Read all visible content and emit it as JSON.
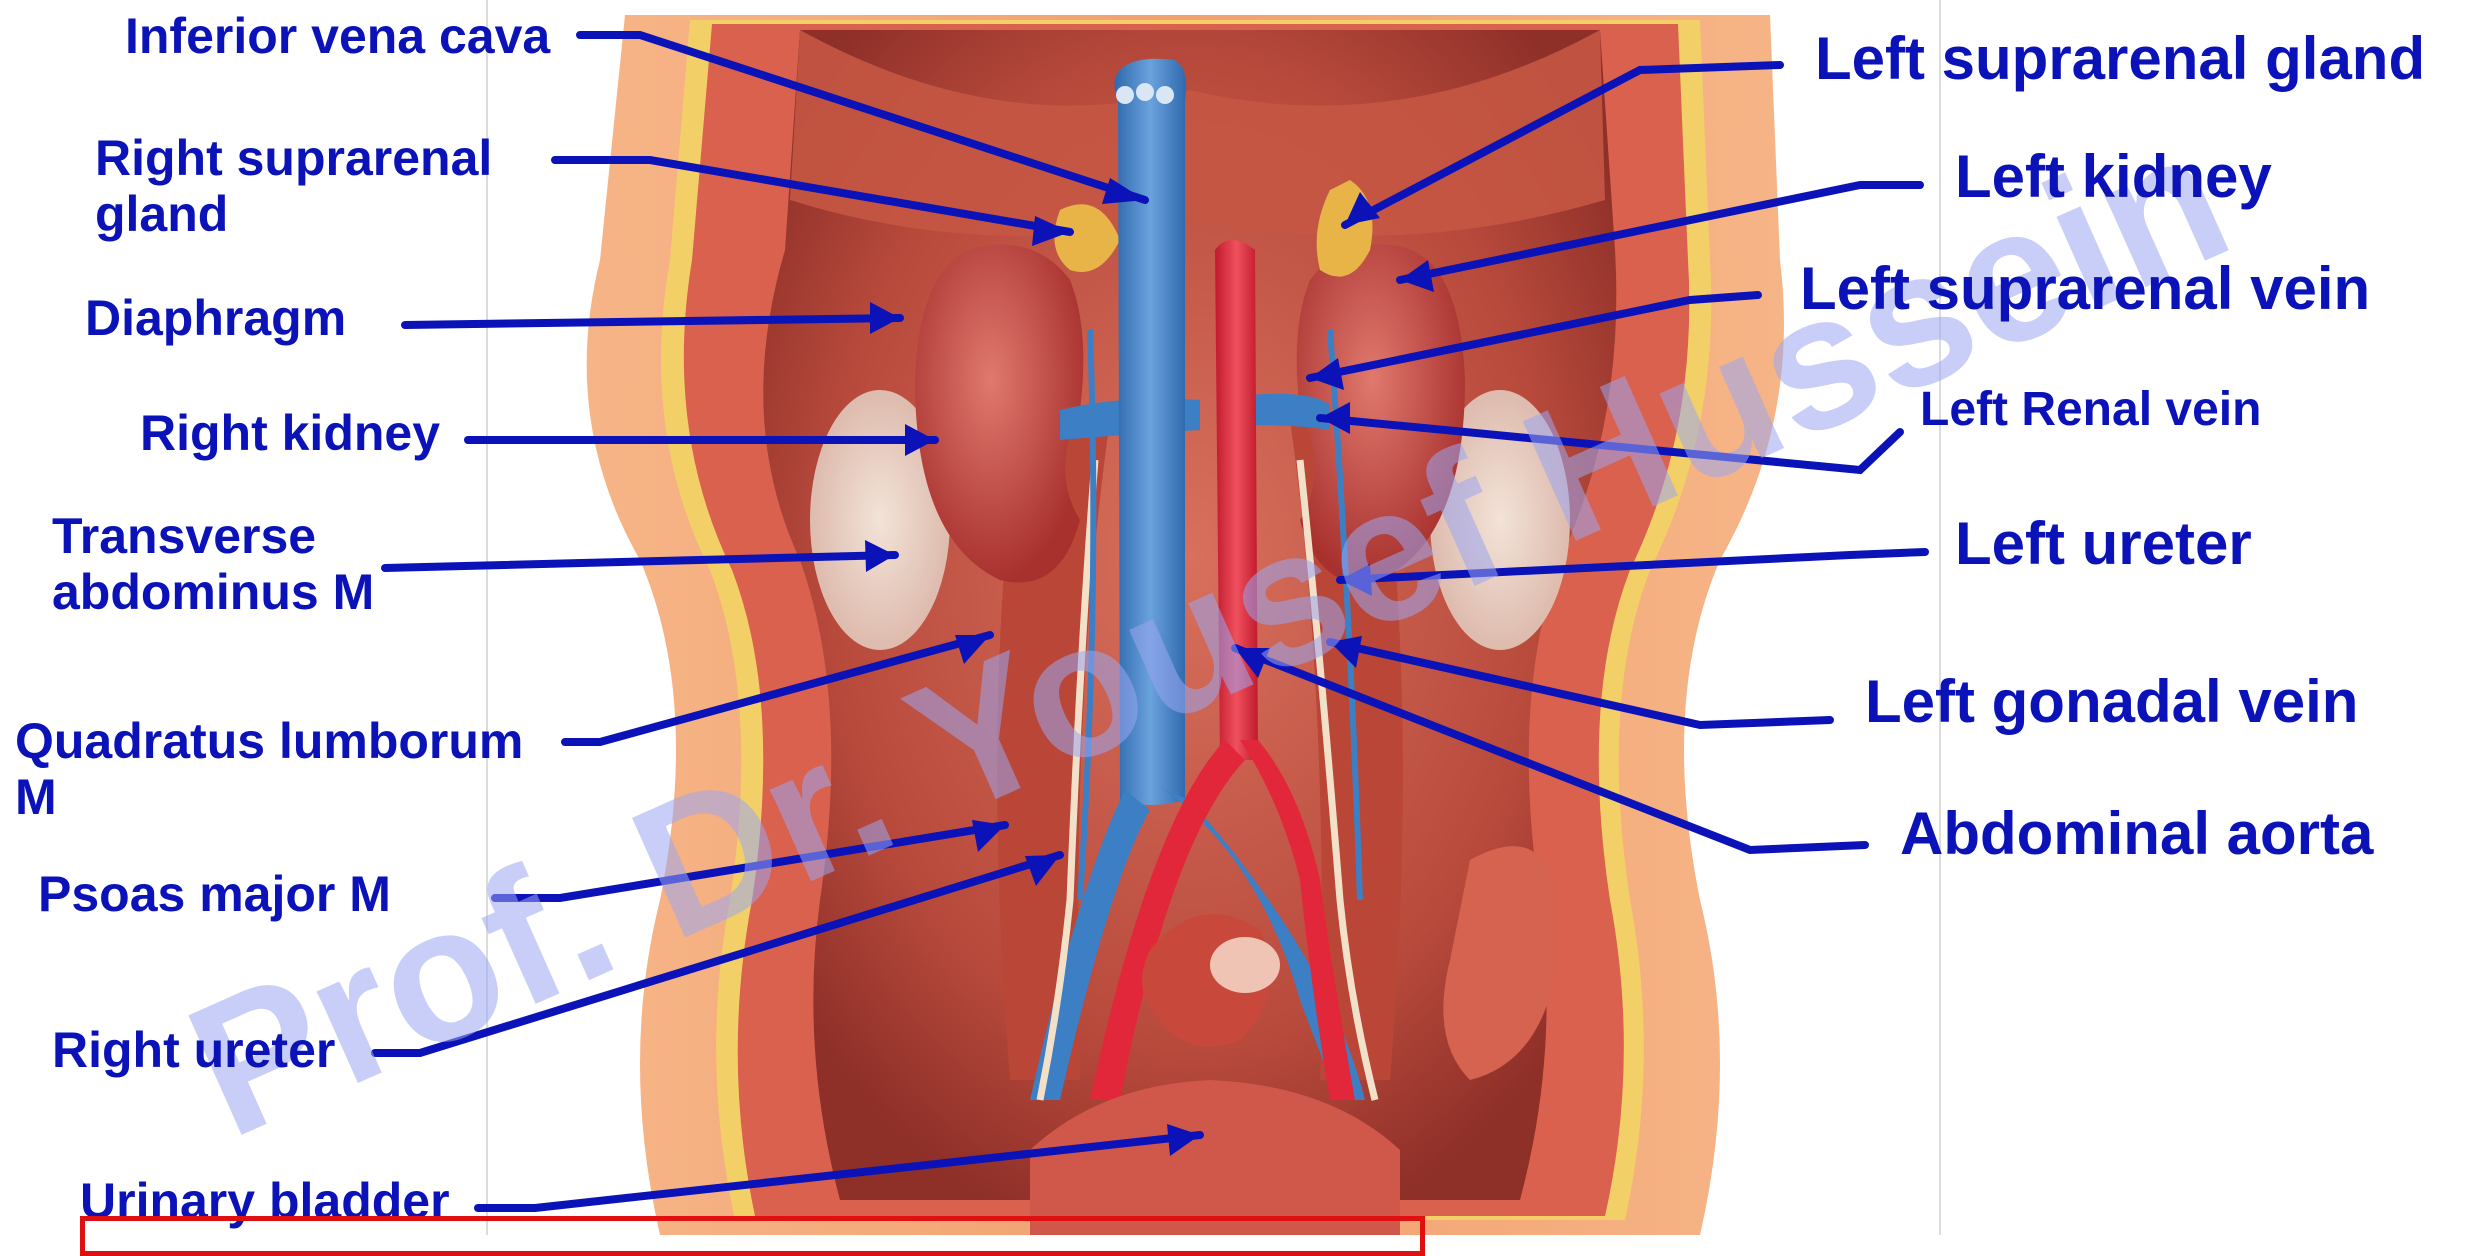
{
  "labels_left": [
    {
      "text": "Inferior vena cava"
    },
    {
      "text": "Right suprarenal\ngland"
    },
    {
      "text": "Diaphragm"
    },
    {
      "text": "Right kidney"
    },
    {
      "text": "Transverse\nabdominus M"
    },
    {
      "text": "Quadratus lumborum\nM"
    },
    {
      "text": "Psoas major M"
    },
    {
      "text": "Right ureter"
    },
    {
      "text": "Urinary bladder"
    }
  ],
  "labels_right": [
    {
      "text": "Left suprarenal gland"
    },
    {
      "text": "Left kidney"
    },
    {
      "text": "Left suprarenal vein"
    },
    {
      "text": "Left Renal vein"
    },
    {
      "text": "Left ureter"
    },
    {
      "text": "Left gonadal vein"
    },
    {
      "text": "Abdominal aorta"
    }
  ],
  "watermark": "Prof. Dr. Yousef Hussein",
  "colors": {
    "label": "#0a12b8",
    "leader": "#0a12b8",
    "vein": "#3d7fc4",
    "artery": "#e3273a",
    "kidney": "#c0443e",
    "muscle": "#c95a4a",
    "skin": "#f0a070",
    "watermark": "#9aa6f0",
    "highlight_box": "#e01010"
  }
}
